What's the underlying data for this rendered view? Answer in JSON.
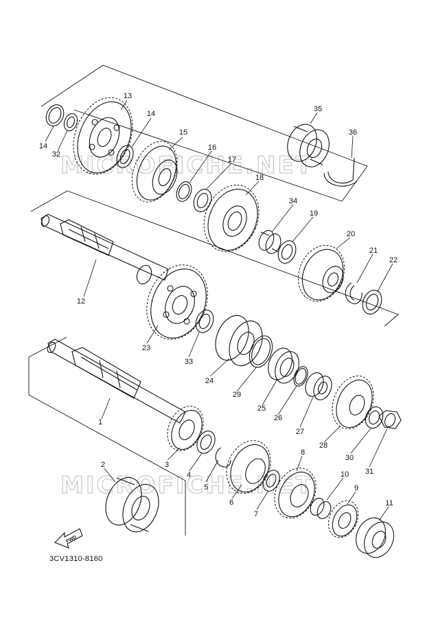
{
  "diagram_code": "3CV1310-8160",
  "fwd_label": "FWD",
  "watermark": [
    "MICROFICHE.NET",
    "MICROFICHE.NET"
  ],
  "callouts": [
    "1",
    "2",
    "3",
    "4",
    "5",
    "6",
    "7",
    "8",
    "9",
    "10",
    "11",
    "12",
    "13",
    "14",
    "14",
    "15",
    "16",
    "17",
    "18",
    "19",
    "20",
    "21",
    "22",
    "23",
    "24",
    "25",
    "26",
    "27",
    "28",
    "29",
    "30",
    "31",
    "32",
    "33",
    "34",
    "35",
    "36"
  ]
}
